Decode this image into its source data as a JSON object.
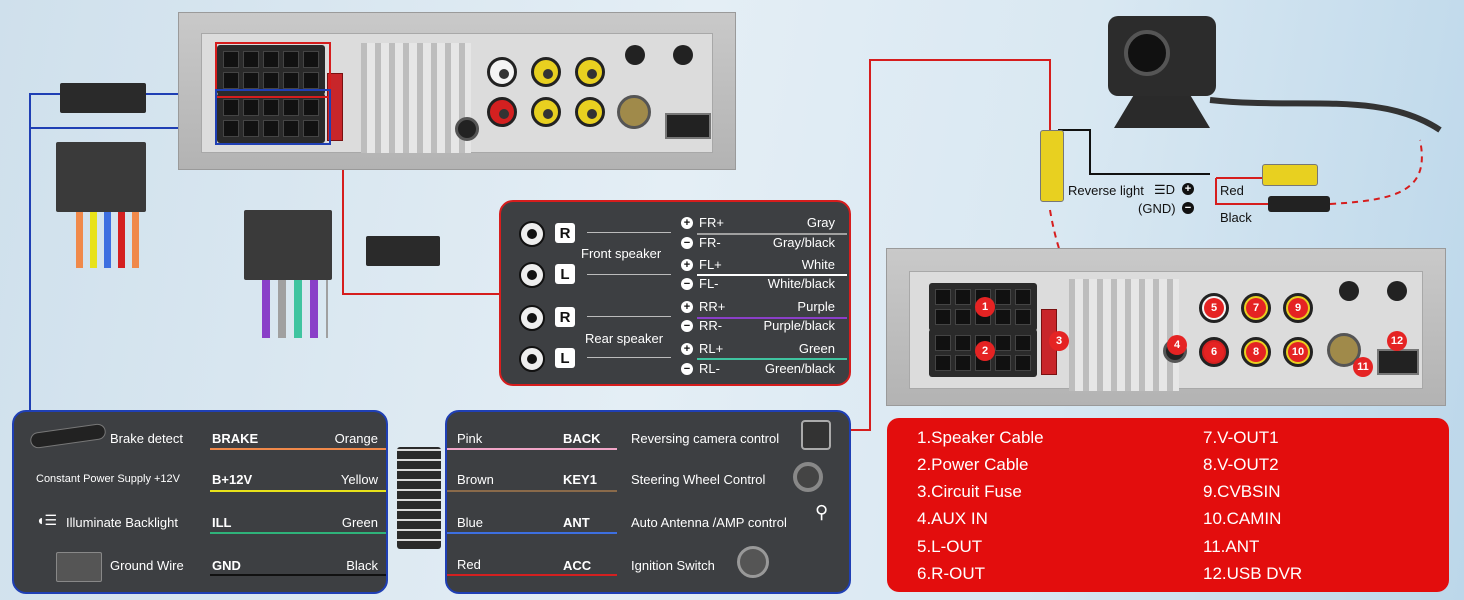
{
  "colors": {
    "accent_red": "#e30d0d",
    "accent_blue": "#1f3fb4",
    "panel_bg": "#3d3f42",
    "wire_colors": {
      "orange": "#f0894a",
      "yellow": "#e8e21a",
      "green": "#2fb27a",
      "black": "#111111",
      "pink": "#f2a6c8",
      "brown": "#8a6a4a",
      "blue": "#3d6fe0",
      "red": "#d42020",
      "gray": "#a0a0a0",
      "white": "#ffffff",
      "purple": "#8a3fc8",
      "teal": "#3fc4a0"
    }
  },
  "speaker_panel": {
    "front_label": "Front speaker",
    "rear_label": "Rear speaker",
    "rows": [
      {
        "side": "R",
        "sign": "+",
        "code": "FR+",
        "color": "Gray"
      },
      {
        "side": "",
        "sign": "−",
        "code": "FR-",
        "color": "Gray/black"
      },
      {
        "side": "L",
        "sign": "+",
        "code": "FL+",
        "color": "White"
      },
      {
        "side": "",
        "sign": "−",
        "code": "FL-",
        "color": "White/black"
      },
      {
        "side": "R",
        "sign": "+",
        "code": "RR+",
        "color": "Purple"
      },
      {
        "side": "",
        "sign": "−",
        "code": "RR-",
        "color": "Purple/black"
      },
      {
        "side": "L",
        "sign": "+",
        "code": "RL+",
        "color": "Green"
      },
      {
        "side": "",
        "sign": "−",
        "code": "RL-",
        "color": "Green/black"
      }
    ]
  },
  "power_panel": {
    "rows": [
      {
        "label": "Brake detect",
        "code": "BRAKE",
        "color": "Orange",
        "icon": "handbrake-icon"
      },
      {
        "label": "Constant Power Supply +12V",
        "code": "B+12V",
        "color": "Yellow",
        "icon": "battery-wire-icon"
      },
      {
        "label": "Illuminate Backlight",
        "code": "ILL",
        "color": "Green",
        "icon": "headlight-icon"
      },
      {
        "label": "Ground Wire",
        "code": "GND",
        "color": "Black",
        "icon": "battery-icon"
      }
    ]
  },
  "control_panel": {
    "rows": [
      {
        "color": "Pink",
        "code": "BACK",
        "label": "Reversing camera control",
        "icon": "camera-icon"
      },
      {
        "color": "Brown",
        "code": "KEY1",
        "label": "Steering Wheel Control",
        "icon": "steering-wheel-icon"
      },
      {
        "color": "Blue",
        "code": "ANT",
        "label": "Auto Antenna /AMP control",
        "icon": "antenna-icon"
      },
      {
        "color": "Red",
        "code": "ACC",
        "label": "Ignition Switch",
        "icon": "ignition-key-icon"
      }
    ]
  },
  "camera": {
    "reverse_light": "Reverse light",
    "gnd": "(GND)",
    "red_label": "Red",
    "black_label": "Black"
  },
  "port_numbers": [
    "1",
    "2",
    "3",
    "4",
    "5",
    "6",
    "7",
    "8",
    "9",
    "10",
    "11",
    "12"
  ],
  "legend": {
    "left": [
      "1.Speaker Cable",
      "2.Power Cable",
      "3.Circuit Fuse",
      "4.AUX IN",
      "5.L-OUT",
      "6.R-OUT"
    ],
    "right": [
      "7.V-OUT1",
      "8.V-OUT2",
      "9.CVBSIN",
      "10.CAMIN",
      "11.ANT",
      "12.USB DVR"
    ]
  }
}
